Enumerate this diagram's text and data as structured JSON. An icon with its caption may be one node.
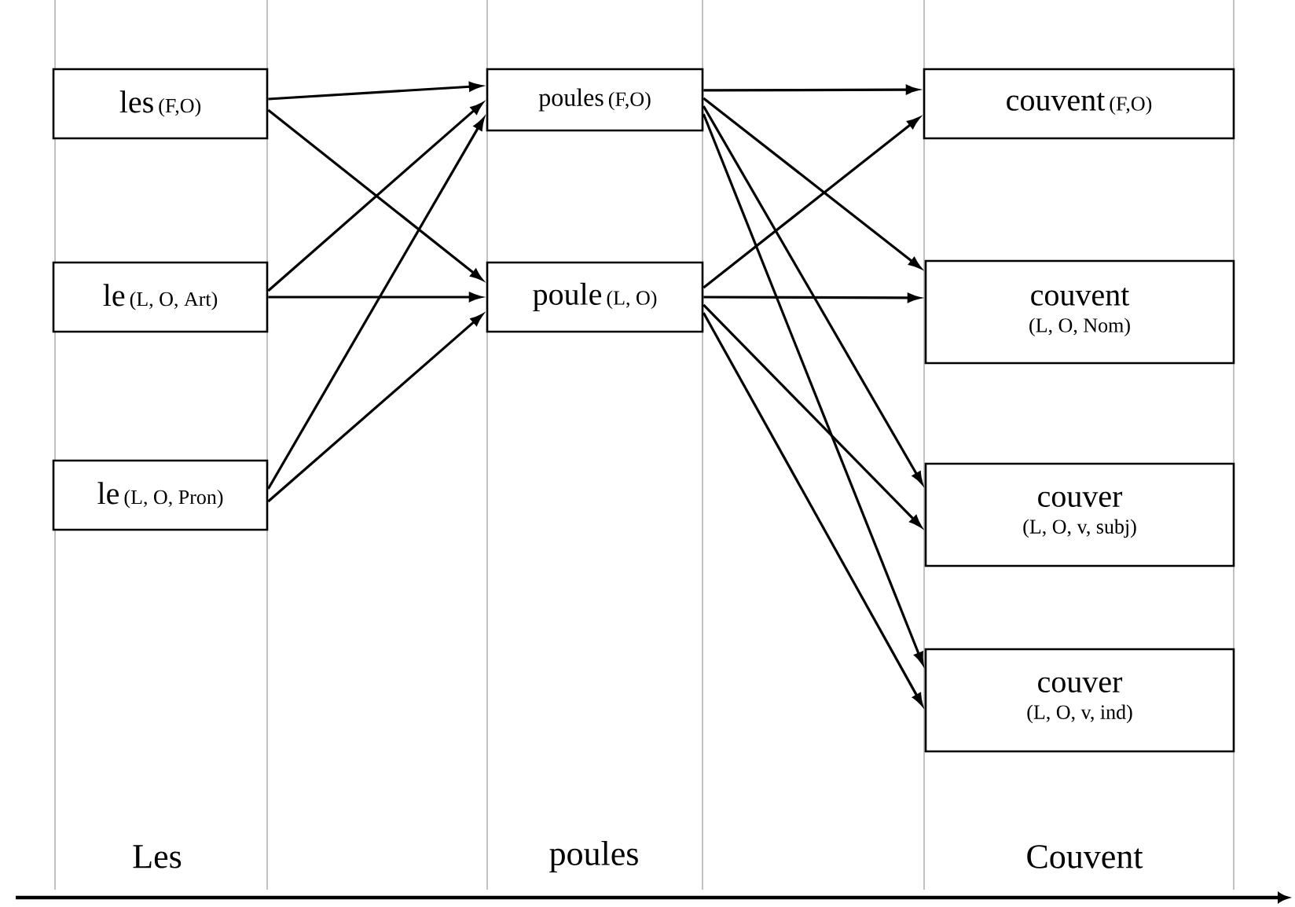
{
  "diagram": {
    "nodes": [
      {
        "text": [
          "les",
          "(F,O)"
        ]
      },
      {
        "text": [
          "le",
          "(L, O, Art)"
        ]
      },
      {
        "text": [
          "le",
          "(L, O, Pron)"
        ]
      },
      {
        "text": [
          "poules",
          "(F,O)"
        ]
      },
      {
        "text": [
          "poule",
          "(L, O)"
        ]
      },
      {
        "text": [
          "couvent",
          "(F,O)"
        ]
      },
      {
        "text": [
          "couvent",
          "(L, O, Nom)"
        ]
      },
      {
        "text": [
          "couver",
          "(L, O, v, subj)"
        ]
      },
      {
        "text": [
          "couver",
          "(L, O, v, ind)"
        ]
      }
    ],
    "edges": [
      {
        "from": 0,
        "to": 3,
        "arrow": "to"
      },
      {
        "from": 0,
        "to": 4,
        "arrow": "to"
      },
      {
        "from": 1,
        "to": 3,
        "arrow": "to"
      },
      {
        "from": 1,
        "to": 4,
        "arrow": "to"
      },
      {
        "from": 2,
        "to": 3,
        "arrow": "to"
      },
      {
        "from": 2,
        "to": 4,
        "arrow": "to"
      },
      {
        "from": 3,
        "to": 5,
        "arrow": "to"
      },
      {
        "from": 3,
        "to": 6,
        "arrow": "to"
      },
      {
        "from": 3,
        "to": 7,
        "arrow": "to"
      },
      {
        "from": 3,
        "to": 8,
        "arrow": "to"
      },
      {
        "from": 4,
        "to": 5,
        "arrow": "to"
      },
      {
        "from": 4,
        "to": 6,
        "arrow": "to"
      },
      {
        "from": 4,
        "to": 7,
        "arrow": "to"
      },
      {
        "from": 4,
        "to": 8,
        "arrow": "to"
      }
    ],
    "labels": [
      "Les",
      "poules",
      "Couvent"
    ]
  }
}
